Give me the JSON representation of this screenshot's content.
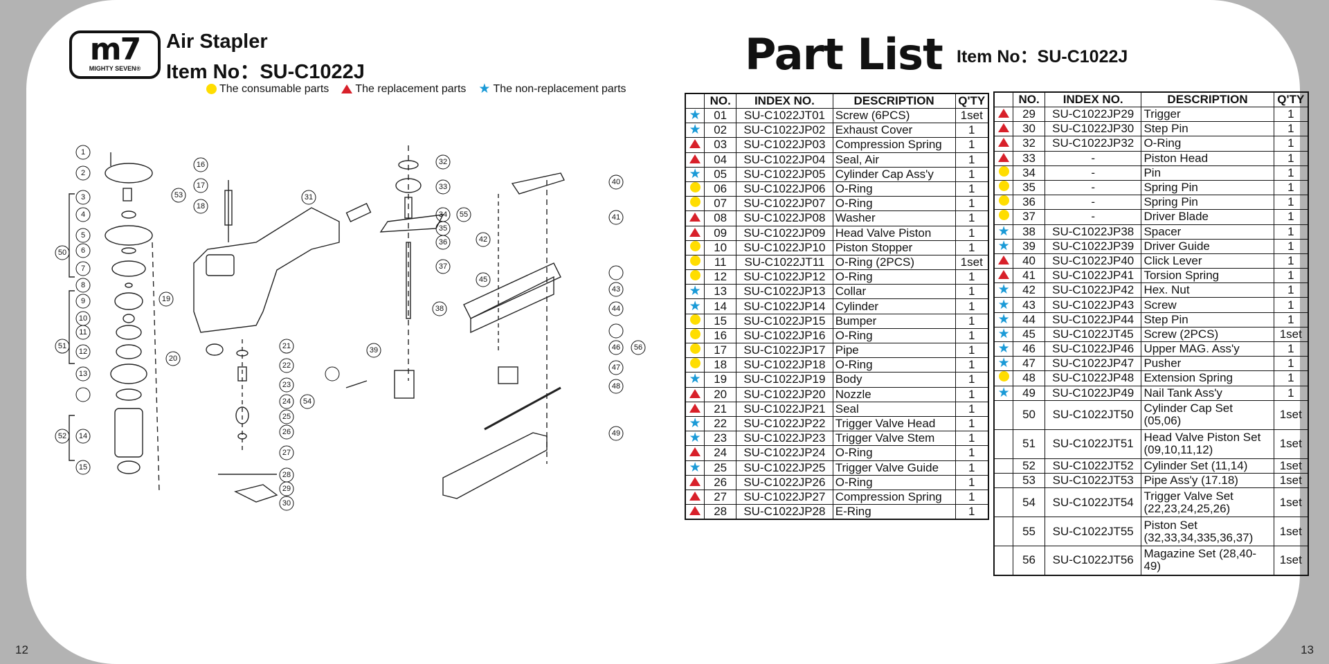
{
  "header": {
    "logo_text": "m7",
    "logo_subtext": "MIGHTY SEVEN®",
    "product": "Air Stapler",
    "item_no": "Item No：SU-C1022J"
  },
  "legend": [
    {
      "symbol": "circle",
      "label": "The consumable parts"
    },
    {
      "symbol": "triangle",
      "label": "The replacement parts"
    },
    {
      "symbol": "star",
      "label": "The non-replacement parts"
    }
  ],
  "part_list": {
    "title": "Part List",
    "item_no": "Item No：SU-C1022J"
  },
  "colors": {
    "consumable": "#ffdd00",
    "replacement": "#d8202a",
    "non_replacement": "#1a9ad7"
  },
  "columns": [
    "NO.",
    "INDEX NO.",
    "DESCRIPTION",
    "Q'TY"
  ],
  "table_left": [
    {
      "sym": "star",
      "no": "01",
      "index": "SU-C1022JT01",
      "desc": "Screw (6PCS)",
      "qty": "1set"
    },
    {
      "sym": "star",
      "no": "02",
      "index": "SU-C1022JP02",
      "desc": "Exhaust Cover",
      "qty": "1"
    },
    {
      "sym": "triangle",
      "no": "03",
      "index": "SU-C1022JP03",
      "desc": "Compression Spring",
      "qty": "1"
    },
    {
      "sym": "triangle",
      "no": "04",
      "index": "SU-C1022JP04",
      "desc": "Seal, Air",
      "qty": "1"
    },
    {
      "sym": "star",
      "no": "05",
      "index": "SU-C1022JP05",
      "desc": "Cylinder Cap Ass'y",
      "qty": "1"
    },
    {
      "sym": "circle",
      "no": "06",
      "index": "SU-C1022JP06",
      "desc": "O-Ring",
      "qty": "1"
    },
    {
      "sym": "circle",
      "no": "07",
      "index": "SU-C1022JP07",
      "desc": "O-Ring",
      "qty": "1"
    },
    {
      "sym": "triangle",
      "no": "08",
      "index": "SU-C1022JP08",
      "desc": "Washer",
      "qty": "1"
    },
    {
      "sym": "triangle",
      "no": "09",
      "index": "SU-C1022JP09",
      "desc": "Head Valve Piston",
      "qty": "1"
    },
    {
      "sym": "circle",
      "no": "10",
      "index": "SU-C1022JP10",
      "desc": "Piston Stopper",
      "qty": "1"
    },
    {
      "sym": "circle",
      "no": "11",
      "index": "SU-C1022JT11",
      "desc": "O-Ring (2PCS)",
      "qty": "1set"
    },
    {
      "sym": "circle",
      "no": "12",
      "index": "SU-C1022JP12",
      "desc": "O-Ring",
      "qty": "1"
    },
    {
      "sym": "star",
      "no": "13",
      "index": "SU-C1022JP13",
      "desc": "Collar",
      "qty": "1"
    },
    {
      "sym": "star",
      "no": "14",
      "index": "SU-C1022JP14",
      "desc": "Cylinder",
      "qty": "1"
    },
    {
      "sym": "circle",
      "no": "15",
      "index": "SU-C1022JP15",
      "desc": "Bumper",
      "qty": "1"
    },
    {
      "sym": "circle",
      "no": "16",
      "index": "SU-C1022JP16",
      "desc": "O-Ring",
      "qty": "1"
    },
    {
      "sym": "circle",
      "no": "17",
      "index": "SU-C1022JP17",
      "desc": "Pipe",
      "qty": "1"
    },
    {
      "sym": "circle",
      "no": "18",
      "index": "SU-C1022JP18",
      "desc": "O-Ring",
      "qty": "1"
    },
    {
      "sym": "star",
      "no": "19",
      "index": "SU-C1022JP19",
      "desc": "Body",
      "qty": "1"
    },
    {
      "sym": "triangle",
      "no": "20",
      "index": "SU-C1022JP20",
      "desc": "Nozzle",
      "qty": "1"
    },
    {
      "sym": "triangle",
      "no": "21",
      "index": "SU-C1022JP21",
      "desc": "Seal",
      "qty": "1"
    },
    {
      "sym": "star",
      "no": "22",
      "index": "SU-C1022JP22",
      "desc": "Trigger Valve Head",
      "qty": "1"
    },
    {
      "sym": "star",
      "no": "23",
      "index": "SU-C1022JP23",
      "desc": "Trigger Valve Stem",
      "qty": "1"
    },
    {
      "sym": "triangle",
      "no": "24",
      "index": "SU-C1022JP24",
      "desc": "O-Ring",
      "qty": "1"
    },
    {
      "sym": "star",
      "no": "25",
      "index": "SU-C1022JP25",
      "desc": "Trigger Valve Guide",
      "qty": "1"
    },
    {
      "sym": "triangle",
      "no": "26",
      "index": "SU-C1022JP26",
      "desc": "O-Ring",
      "qty": "1"
    },
    {
      "sym": "triangle",
      "no": "27",
      "index": "SU-C1022JP27",
      "desc": "Compression Spring",
      "qty": "1"
    },
    {
      "sym": "triangle",
      "no": "28",
      "index": "SU-C1022JP28",
      "desc": "E-Ring",
      "qty": "1"
    }
  ],
  "table_right": [
    {
      "sym": "triangle",
      "no": "29",
      "index": "SU-C1022JP29",
      "desc": "Trigger",
      "qty": "1"
    },
    {
      "sym": "triangle",
      "no": "30",
      "index": "SU-C1022JP30",
      "desc": "Step Pin",
      "qty": "1"
    },
    {
      "sym": "triangle",
      "no": "32",
      "index": "SU-C1022JP32",
      "desc": "O-Ring",
      "qty": "1"
    },
    {
      "sym": "triangle",
      "no": "33",
      "index": "-",
      "desc": "Piston Head",
      "qty": "1"
    },
    {
      "sym": "circle",
      "no": "34",
      "index": "-",
      "desc": "Pin",
      "qty": "1"
    },
    {
      "sym": "circle",
      "no": "35",
      "index": "-",
      "desc": "Spring Pin",
      "qty": "1"
    },
    {
      "sym": "circle",
      "no": "36",
      "index": "-",
      "desc": "Spring Pin",
      "qty": "1"
    },
    {
      "sym": "circle",
      "no": "37",
      "index": "-",
      "desc": "Driver Blade",
      "qty": "1"
    },
    {
      "sym": "star",
      "no": "38",
      "index": "SU-C1022JP38",
      "desc": "Spacer",
      "qty": "1"
    },
    {
      "sym": "star",
      "no": "39",
      "index": "SU-C1022JP39",
      "desc": "Driver Guide",
      "qty": "1"
    },
    {
      "sym": "triangle",
      "no": "40",
      "index": "SU-C1022JP40",
      "desc": "Click Lever",
      "qty": "1"
    },
    {
      "sym": "triangle",
      "no": "41",
      "index": "SU-C1022JP41",
      "desc": "Torsion Spring",
      "qty": "1"
    },
    {
      "sym": "star",
      "no": "42",
      "index": "SU-C1022JP42",
      "desc": "Hex. Nut",
      "qty": "1"
    },
    {
      "sym": "star",
      "no": "43",
      "index": "SU-C1022JP43",
      "desc": "Screw",
      "qty": "1"
    },
    {
      "sym": "star",
      "no": "44",
      "index": "SU-C1022JP44",
      "desc": "Step Pin",
      "qty": "1"
    },
    {
      "sym": "star",
      "no": "45",
      "index": "SU-C1022JT45",
      "desc": "Screw (2PCS)",
      "qty": "1set"
    },
    {
      "sym": "star",
      "no": "46",
      "index": "SU-C1022JP46",
      "desc": "Upper MAG. Ass'y",
      "qty": "1"
    },
    {
      "sym": "star",
      "no": "47",
      "index": "SU-C1022JP47",
      "desc": "Pusher",
      "qty": "1"
    },
    {
      "sym": "circle",
      "no": "48",
      "index": "SU-C1022JP48",
      "desc": "Extension Spring",
      "qty": "1"
    },
    {
      "sym": "star",
      "no": "49",
      "index": "SU-C1022JP49",
      "desc": "Nail Tank Ass'y",
      "qty": "1"
    },
    {
      "sym": "",
      "no": "50",
      "index": "SU-C1022JT50",
      "desc": "Cylinder Cap Set (05,06)",
      "qty": "1set",
      "tall": true
    },
    {
      "sym": "",
      "no": "51",
      "index": "SU-C1022JT51",
      "desc": "Head Valve Piston Set (09,10,11,12)",
      "qty": "1set",
      "tall": true
    },
    {
      "sym": "",
      "no": "52",
      "index": "SU-C1022JT52",
      "desc": "Cylinder Set (11,14)",
      "qty": "1set"
    },
    {
      "sym": "",
      "no": "53",
      "index": "SU-C1022JT53",
      "desc": "Pipe Ass'y (17.18)",
      "qty": "1set"
    },
    {
      "sym": "",
      "no": "54",
      "index": "SU-C1022JT54",
      "desc": "Trigger Valve Set (22,23,24,25,26)",
      "qty": "1set",
      "tall": true
    },
    {
      "sym": "",
      "no": "55",
      "index": "SU-C1022JT55",
      "desc": "Piston Set (32,33,34,335,36,37)",
      "qty": "1set",
      "tall": true
    },
    {
      "sym": "",
      "no": "56",
      "index": "SU-C1022JT56",
      "desc": "Magazine Set (28,40-49)",
      "qty": "1set",
      "tall": true
    }
  ],
  "diagram_callouts": [
    "1",
    "2",
    "3",
    "4",
    "5",
    "6",
    "7",
    "8",
    "9",
    "10",
    "11",
    "12",
    "13",
    "14",
    "15",
    "16",
    "17",
    "18",
    "19",
    "20",
    "21",
    "22",
    "23",
    "24",
    "25",
    "26",
    "27",
    "28",
    "29",
    "30",
    "31",
    "32",
    "33",
    "34",
    "35",
    "36",
    "37",
    "38",
    "39",
    "40",
    "41",
    "42",
    "43",
    "44",
    "45",
    "46",
    "47",
    "48",
    "49",
    "50",
    "51",
    "52",
    "53",
    "54",
    "55",
    "56"
  ],
  "page_numbers": {
    "left": "12",
    "right": "13"
  }
}
